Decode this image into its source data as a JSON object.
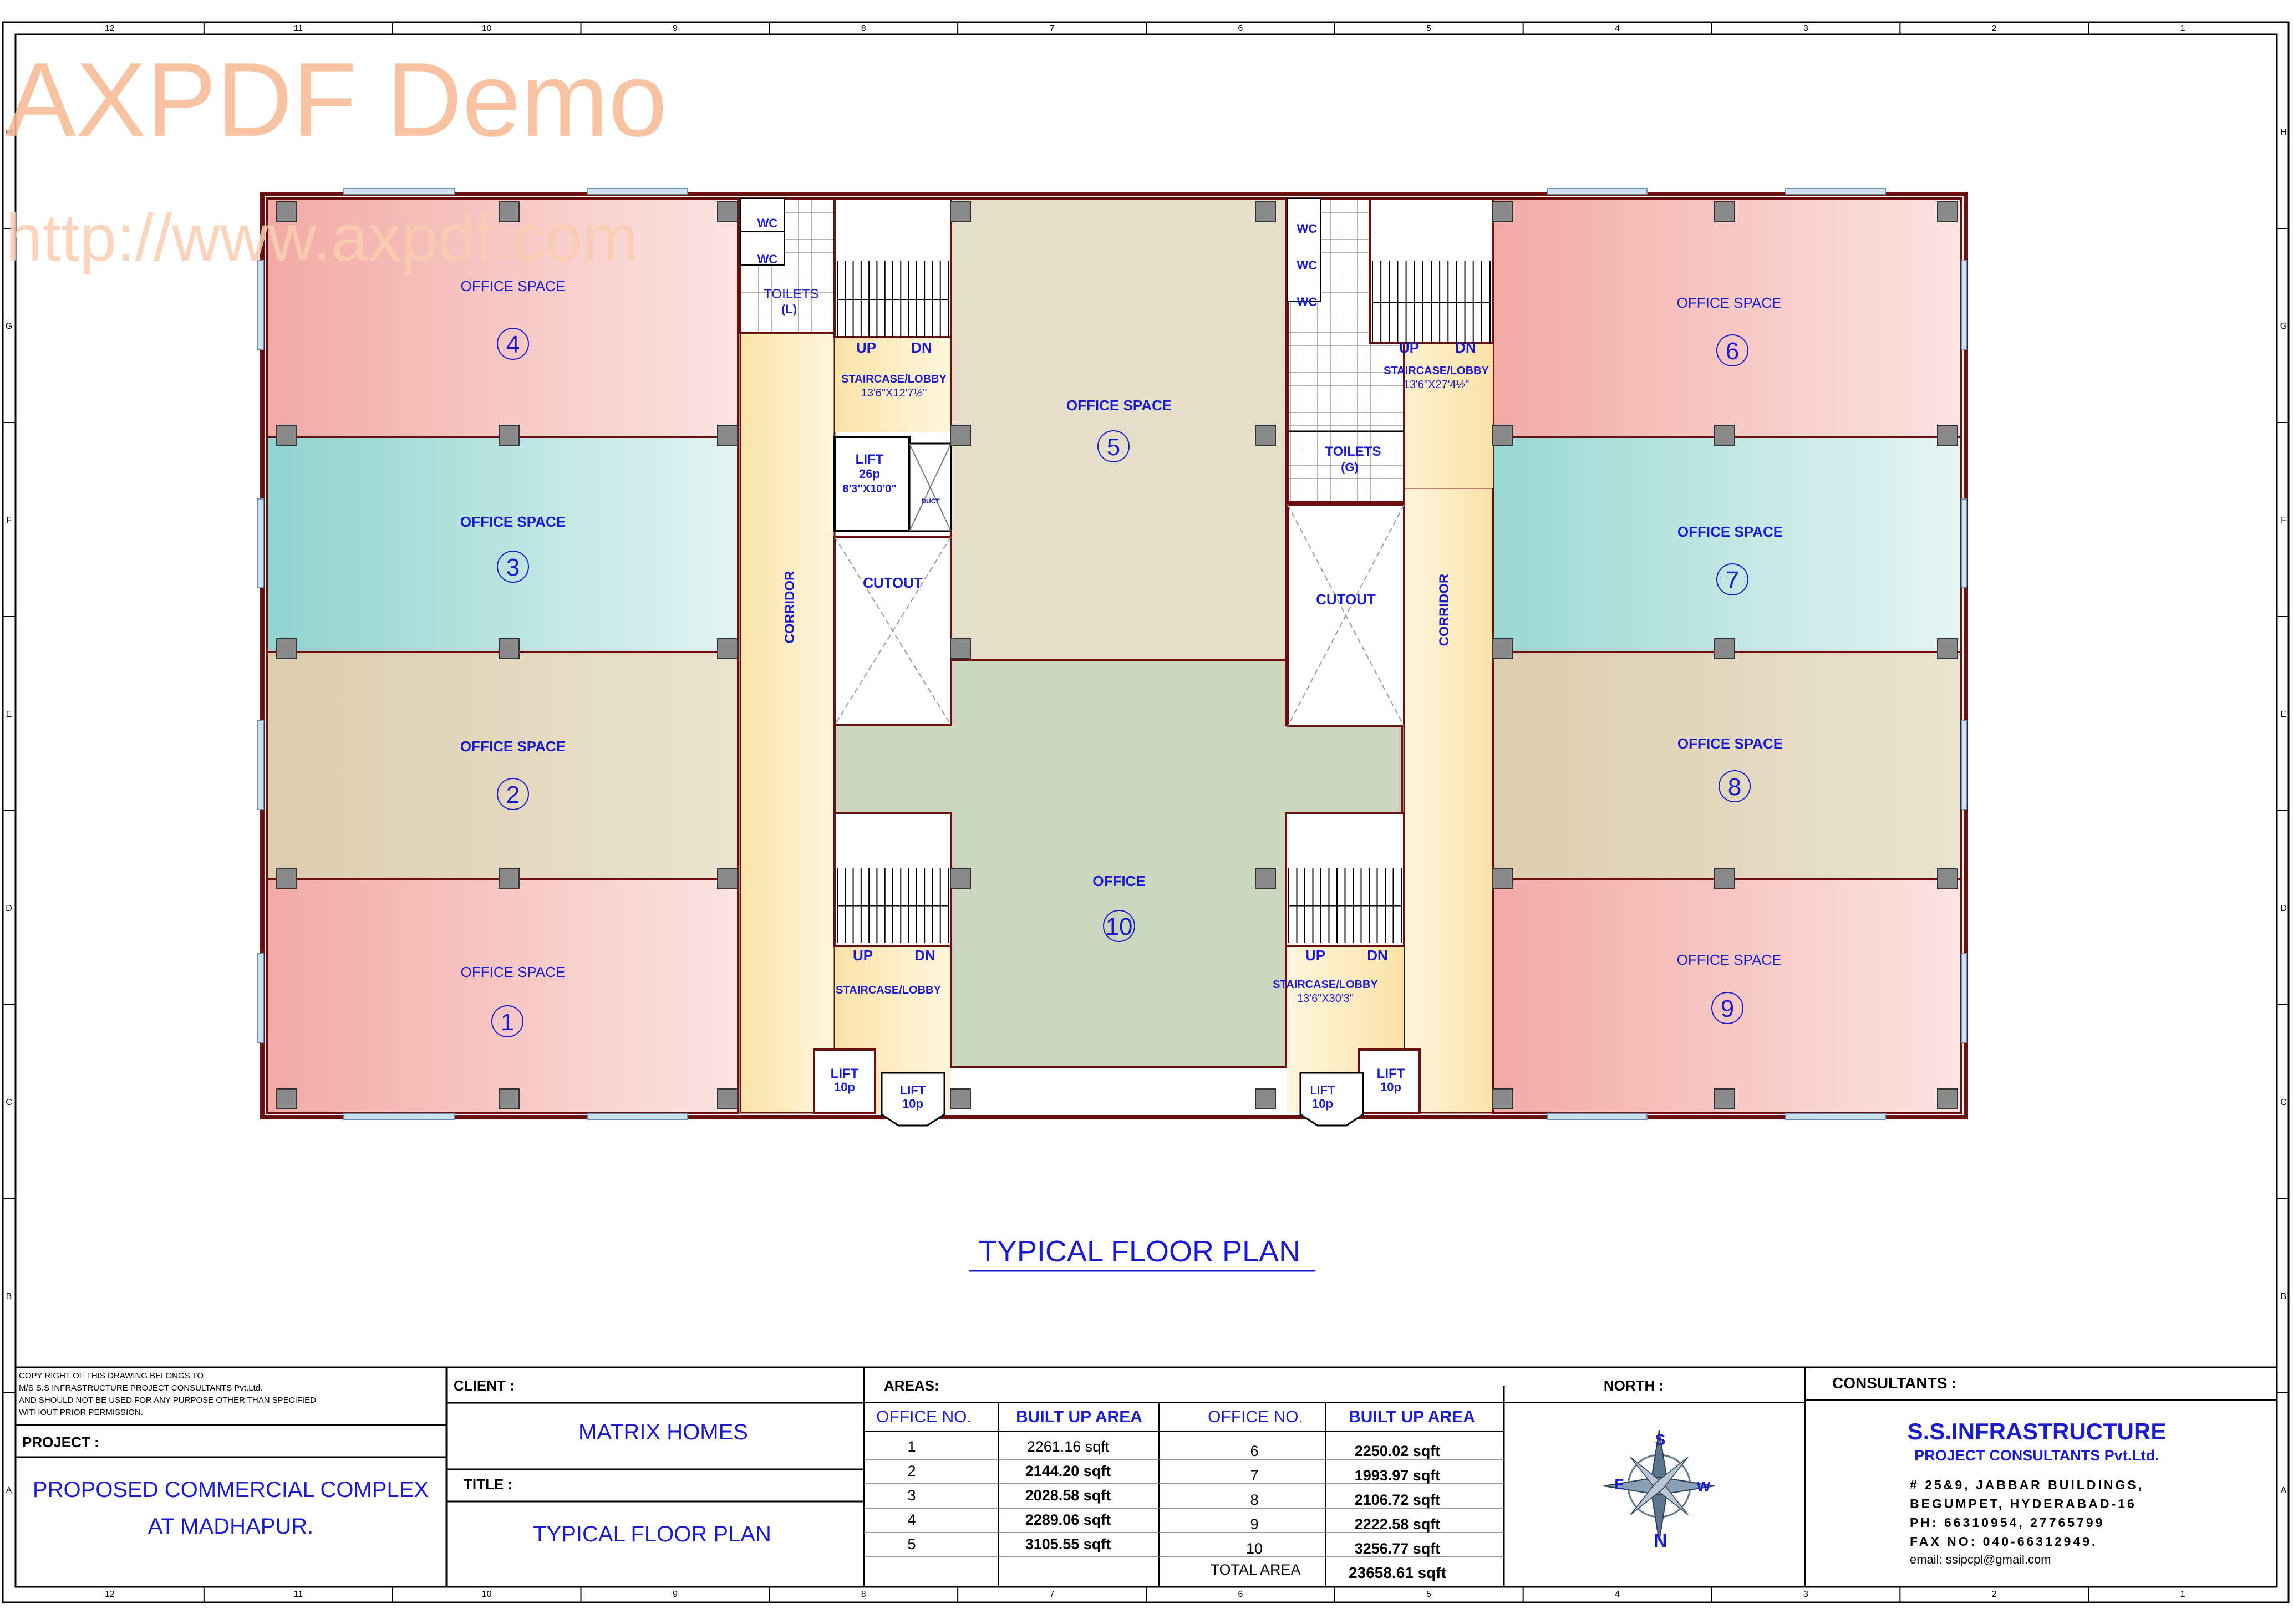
{
  "watermark": {
    "line1": "AXPDF Demo",
    "line2": "http://www.axpdf.com"
  },
  "grid": {
    "columns": [
      "12",
      "11",
      "10",
      "9",
      "8",
      "7",
      "6",
      "5",
      "4",
      "3",
      "2",
      "1"
    ],
    "rows": [
      "H",
      "G",
      "F",
      "E",
      "D",
      "C",
      "B",
      "A"
    ]
  },
  "plan": {
    "offices": [
      {
        "label": "OFFICE SPACE",
        "num": "4"
      },
      {
        "label": "OFFICE SPACE",
        "num": "3"
      },
      {
        "label": "OFFICE SPACE",
        "num": "2"
      },
      {
        "label": "OFFICE SPACE",
        "num": "1"
      },
      {
        "label": "OFFICE SPACE",
        "num": "5"
      },
      {
        "label": "OFFICE",
        "num": "10"
      },
      {
        "label": "OFFICE SPACE",
        "num": "6"
      },
      {
        "label": "OFFICE SPACE",
        "num": "7"
      },
      {
        "label": "OFFICE SPACE",
        "num": "8"
      },
      {
        "label": "OFFICE SPACE",
        "num": "9"
      }
    ],
    "corridor": "CORRIDOR",
    "cutout": "CUTOUT",
    "wc": "WC",
    "toilets_l": [
      "TOILETS",
      "(L)"
    ],
    "toilets_g": [
      "TOILETS",
      "(G)"
    ],
    "up": "UP",
    "dn": "DN",
    "stair_tl": [
      "STAIRCASE/LOBBY",
      "13'6\"X12'7½\""
    ],
    "stair_tr": [
      "STAIRCASE/LOBBY",
      "13'6\"X27'4½\""
    ],
    "stair_bl": "STAIRCASE/LOBBY",
    "stair_br": [
      "STAIRCASE/LOBBY",
      "13'6\"X30'3\""
    ],
    "lift_big": [
      "LIFT",
      "26p",
      "8'3\"X10'0\""
    ],
    "duct": "DUCT",
    "lift_small": [
      "LIFT",
      "10p"
    ],
    "plan_title": "TYPICAL FLOOR PLAN"
  },
  "title_block": {
    "copyright": [
      "COPY RIGHT OF THIS DRAWING BELONGS TO",
      "M/S S.S INFRASTRUCTURE PROJECT CONSULTANTS Pvt.Ltd.",
      "AND SHOULD NOT BE USED FOR ANY PURPOSE OTHER THAN SPECIFIED",
      "WITHOUT PRIOR PERMISSION."
    ],
    "project_label": "PROJECT :",
    "project_lines": [
      "PROPOSED COMMERCIAL COMPLEX",
      "AT MADHAPUR."
    ],
    "client_label": "CLIENT :",
    "client_value": "MATRIX HOMES",
    "title_label": "TITLE :",
    "title_value": "TYPICAL FLOOR PLAN",
    "areas_label": "AREAS:",
    "areas_headers": [
      "OFFICE NO.",
      "BUILT UP AREA",
      "OFFICE NO.",
      "BUILT UP AREA"
    ],
    "areas_rows": [
      [
        "1",
        "2261.16 sqft",
        "6",
        "2250.02 sqft"
      ],
      [
        "2",
        "2144.20 sqft",
        "7",
        "1993.97 sqft"
      ],
      [
        "3",
        "2028.58 sqft",
        "8",
        "2106.72 sqft"
      ],
      [
        "4",
        "2289.06 sqft",
        "9",
        "2222.58 sqft"
      ],
      [
        "5",
        "3105.55 sqft",
        "10",
        "3256.77 sqft"
      ]
    ],
    "total_label": "TOTAL AREA",
    "total_value": "23658.61 sqft",
    "north_label": "NORTH :",
    "compass": {
      "n": "N",
      "s": "S",
      "e": "E",
      "w": "W"
    },
    "consultants_label": "CONSULTANTS :",
    "consultant_name": "S.S.INFRASTRUCTURE",
    "consultant_sub": "PROJECT CONSULTANTS Pvt.Ltd.",
    "address_lines": [
      "# 25&9, JABBAR BUILDINGS,",
      "BEGUMPET, HYDERABAD-16",
      "PH: 66310954, 27765799",
      "FAX NO: 040-66312949."
    ],
    "email": "email: ssipcpl@gmail.com"
  }
}
